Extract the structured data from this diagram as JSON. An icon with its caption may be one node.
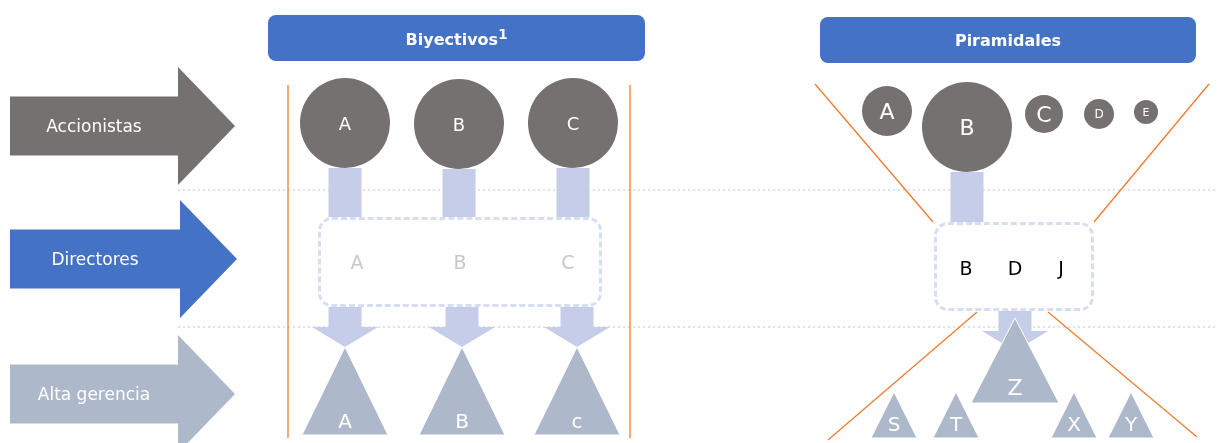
{
  "diagram": {
    "nodes": [
      {
        "text": [
          "Accionistas"
        ]
      },
      {
        "text": [
          "Directores"
        ]
      },
      {
        "text": [
          "Alta gerencia"
        ]
      },
      {
        "text": [
          "Biyectivos$^{1}$"
        ]
      },
      {
        "text": [
          "A"
        ]
      },
      {
        "text": [
          "B"
        ]
      },
      {
        "text": [
          "C"
        ]
      },
      {
        "text": [],
        "shape": "box"
      },
      {
        "text": [
          "A"
        ],
        "in": 7
      },
      {
        "text": [
          "B"
        ],
        "in": 7
      },
      {
        "text": [
          "C"
        ],
        "in": 7
      },
      {
        "text": [
          "A"
        ]
      },
      {
        "text": [
          "B"
        ]
      },
      {
        "text": [
          "c"
        ]
      },
      {
        "text": [
          "Piramidales"
        ]
      },
      {
        "text": [
          "A"
        ]
      },
      {
        "text": [
          "B"
        ]
      },
      {
        "text": [
          "C"
        ]
      },
      {
        "text": [
          "D"
        ]
      },
      {
        "text": [
          "E"
        ]
      },
      {
        "text": [],
        "shape": "box"
      },
      {
        "text": [
          "B"
        ],
        "in": 20
      },
      {
        "text": [
          "D"
        ],
        "in": 20
      },
      {
        "text": [
          "J"
        ],
        "in": 20
      },
      {
        "text": [
          "Z"
        ]
      },
      {
        "text": [
          "S"
        ]
      },
      {
        "text": [
          "T"
        ]
      },
      {
        "text": [
          "X"
        ]
      },
      {
        "text": [
          "Y"
        ]
      }
    ],
    "edges": [
      {
        "from": 4,
        "to": 7,
        "arrow": "none"
      },
      {
        "from": 5,
        "to": 7,
        "arrow": "none"
      },
      {
        "from": 6,
        "to": 7,
        "arrow": "none"
      },
      {
        "from": 7,
        "to": 11,
        "arrow": "to"
      },
      {
        "from": 7,
        "to": 12,
        "arrow": "to"
      },
      {
        "from": 7,
        "to": 13,
        "arrow": "to"
      },
      {
        "from": 16,
        "to": 20,
        "arrow": "none"
      },
      {
        "from": 20,
        "to": 24,
        "arrow": "to"
      }
    ]
  }
}
